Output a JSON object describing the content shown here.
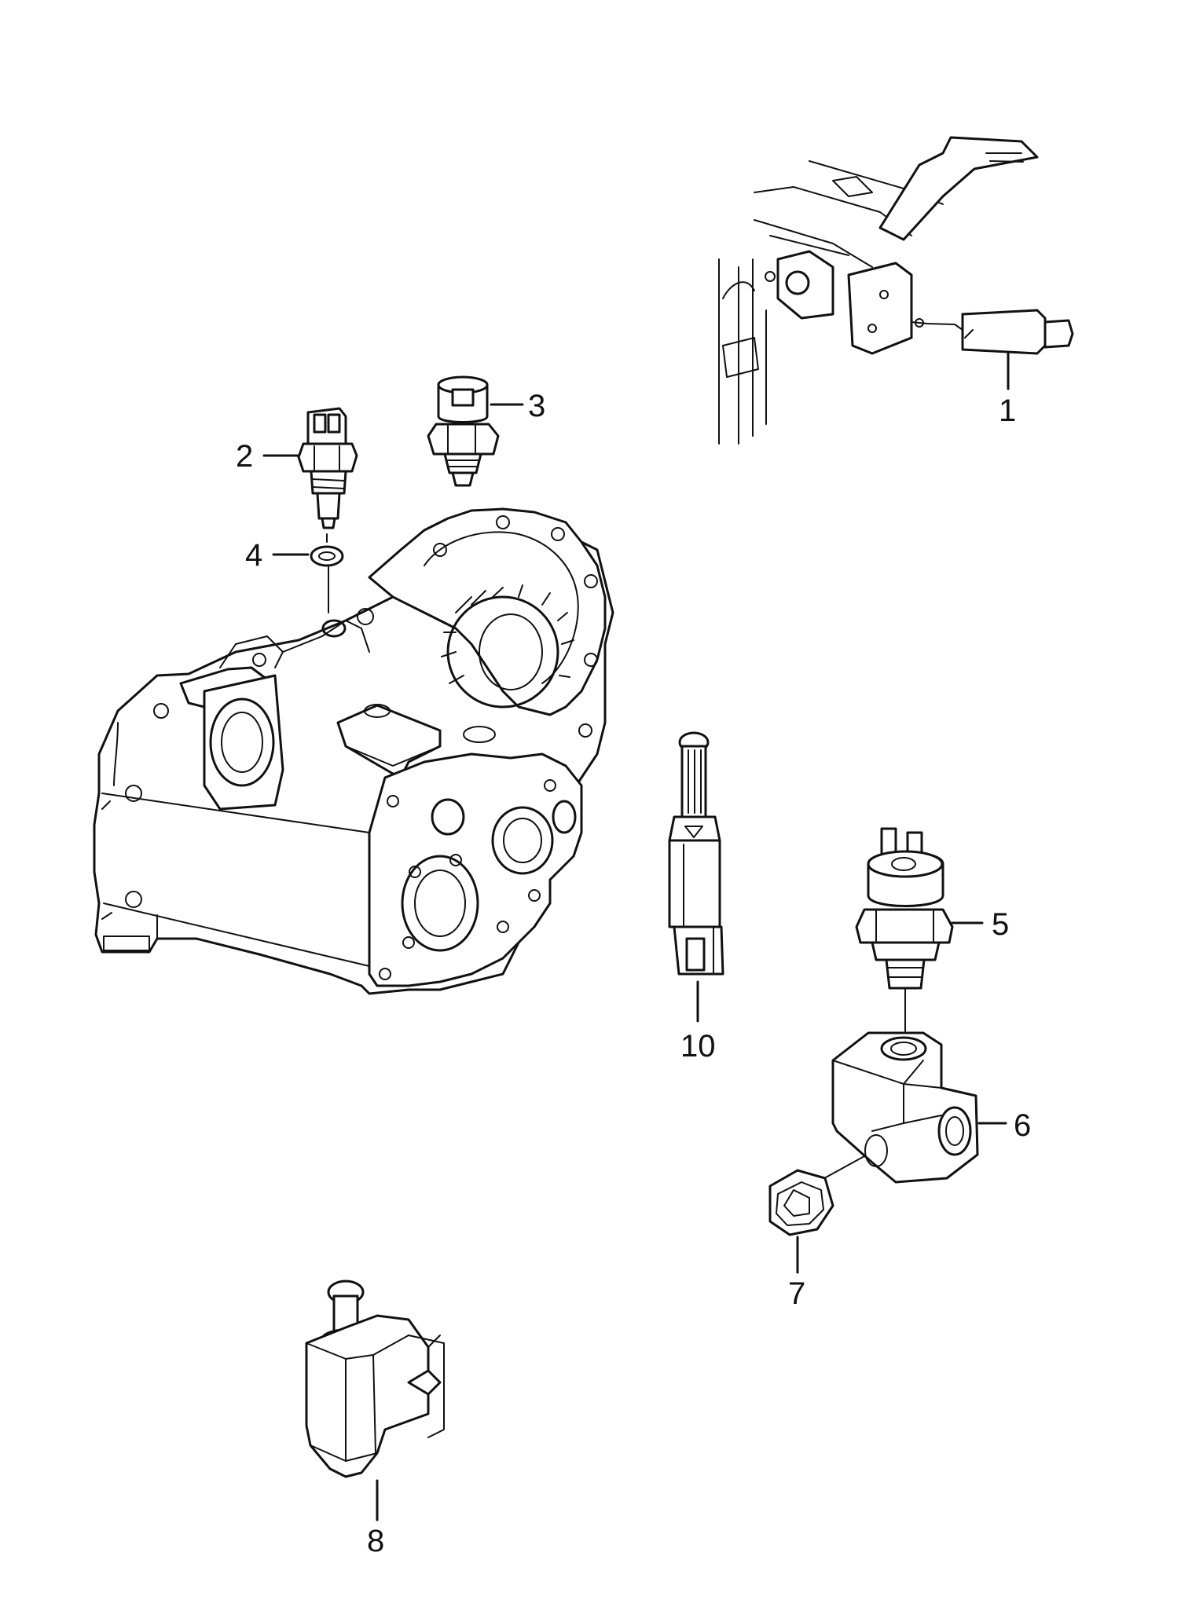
{
  "callouts": {
    "c1": "1",
    "c2": "2",
    "c3": "3",
    "c4": "4",
    "c5": "5",
    "c6": "6",
    "c7": "7",
    "c8": "8",
    "c10": "10"
  }
}
